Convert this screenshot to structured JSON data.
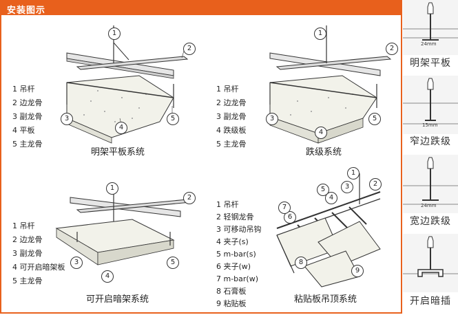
{
  "header": {
    "title": "安装图示"
  },
  "panels": [
    {
      "legend": [
        "1 吊杆",
        "2 边龙骨",
        "3 副龙骨",
        "4 平板",
        "5 主龙骨"
      ],
      "title": "明架平板系统",
      "callouts": [
        "1",
        "2",
        "3",
        "4",
        "5"
      ]
    },
    {
      "legend": [
        "1 吊杆",
        "2 边龙骨",
        "3 副龙骨",
        "4 跌级板",
        "5 主龙骨"
      ],
      "title": "跌级系统",
      "callouts": [
        "1",
        "2",
        "3",
        "4",
        "5"
      ]
    },
    {
      "legend": [
        "1 吊杆",
        "2 边龙骨",
        "3 副龙骨",
        "4 可开启暗架板",
        "5 主龙骨"
      ],
      "title": "可开启暗架系统",
      "callouts": [
        "1",
        "2",
        "3",
        "4",
        "5"
      ]
    },
    {
      "legend": [
        "1 吊杆",
        "2 轻钢龙骨",
        "3 可移动吊钩",
        "4 夹子(s)",
        "5 m-bar(s)",
        "6 夹子(w)",
        "7 m-bar(w)",
        "8 石膏板",
        "9 粘贴板"
      ],
      "title": "粘贴板吊顶系统",
      "callouts": [
        "1",
        "2",
        "3",
        "4",
        "5",
        "6",
        "7",
        "8",
        "9"
      ]
    }
  ],
  "sidebar": [
    {
      "label": "明架平板",
      "dim": "24mm"
    },
    {
      "label": "窄边跌级",
      "dim": "15mm"
    },
    {
      "label": "宽边跌级",
      "dim": "24mm"
    },
    {
      "label": "开启暗插",
      "dim": ""
    }
  ],
  "colors": {
    "accent": "#e8601c",
    "line": "#333333",
    "board": "#f2f2ea"
  }
}
